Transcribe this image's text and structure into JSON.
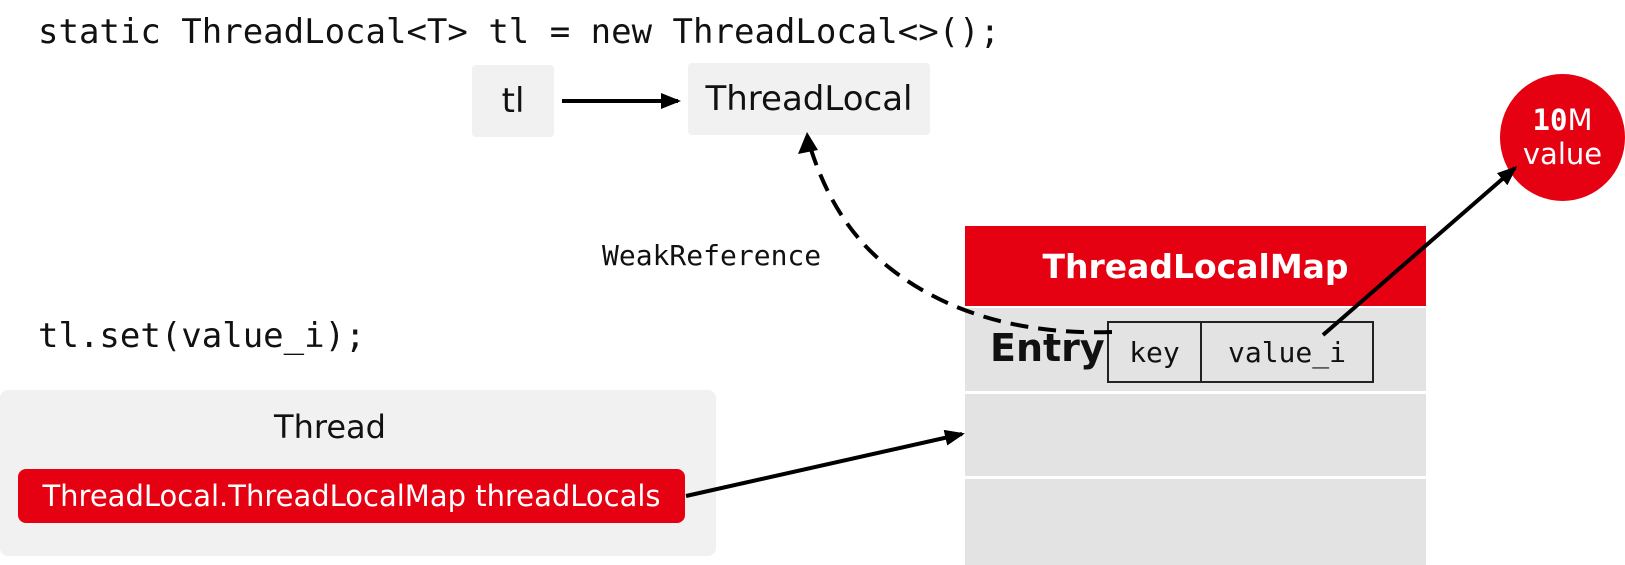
{
  "code": {
    "declaration": "static ThreadLocal<T> tl = new ThreadLocal<>();",
    "set_call": "tl.set(value_i);"
  },
  "nodes": {
    "tl_ref": "tl",
    "threadlocal_obj": "ThreadLocal",
    "weak_ref_label": "WeakReference",
    "thread_title": "Thread",
    "thread_field": "ThreadLocal.ThreadLocalMap threadLocals",
    "map_title": "ThreadLocalMap",
    "entry_label": "Entry",
    "entry_key": "key",
    "entry_value": "value_i",
    "value_size_num": "10",
    "value_size_unit": "M",
    "value_word": "value"
  },
  "colors": {
    "accent_red": "#e50012",
    "gray_box": "#f1f1f1",
    "map_row": "#e3e3e3"
  }
}
